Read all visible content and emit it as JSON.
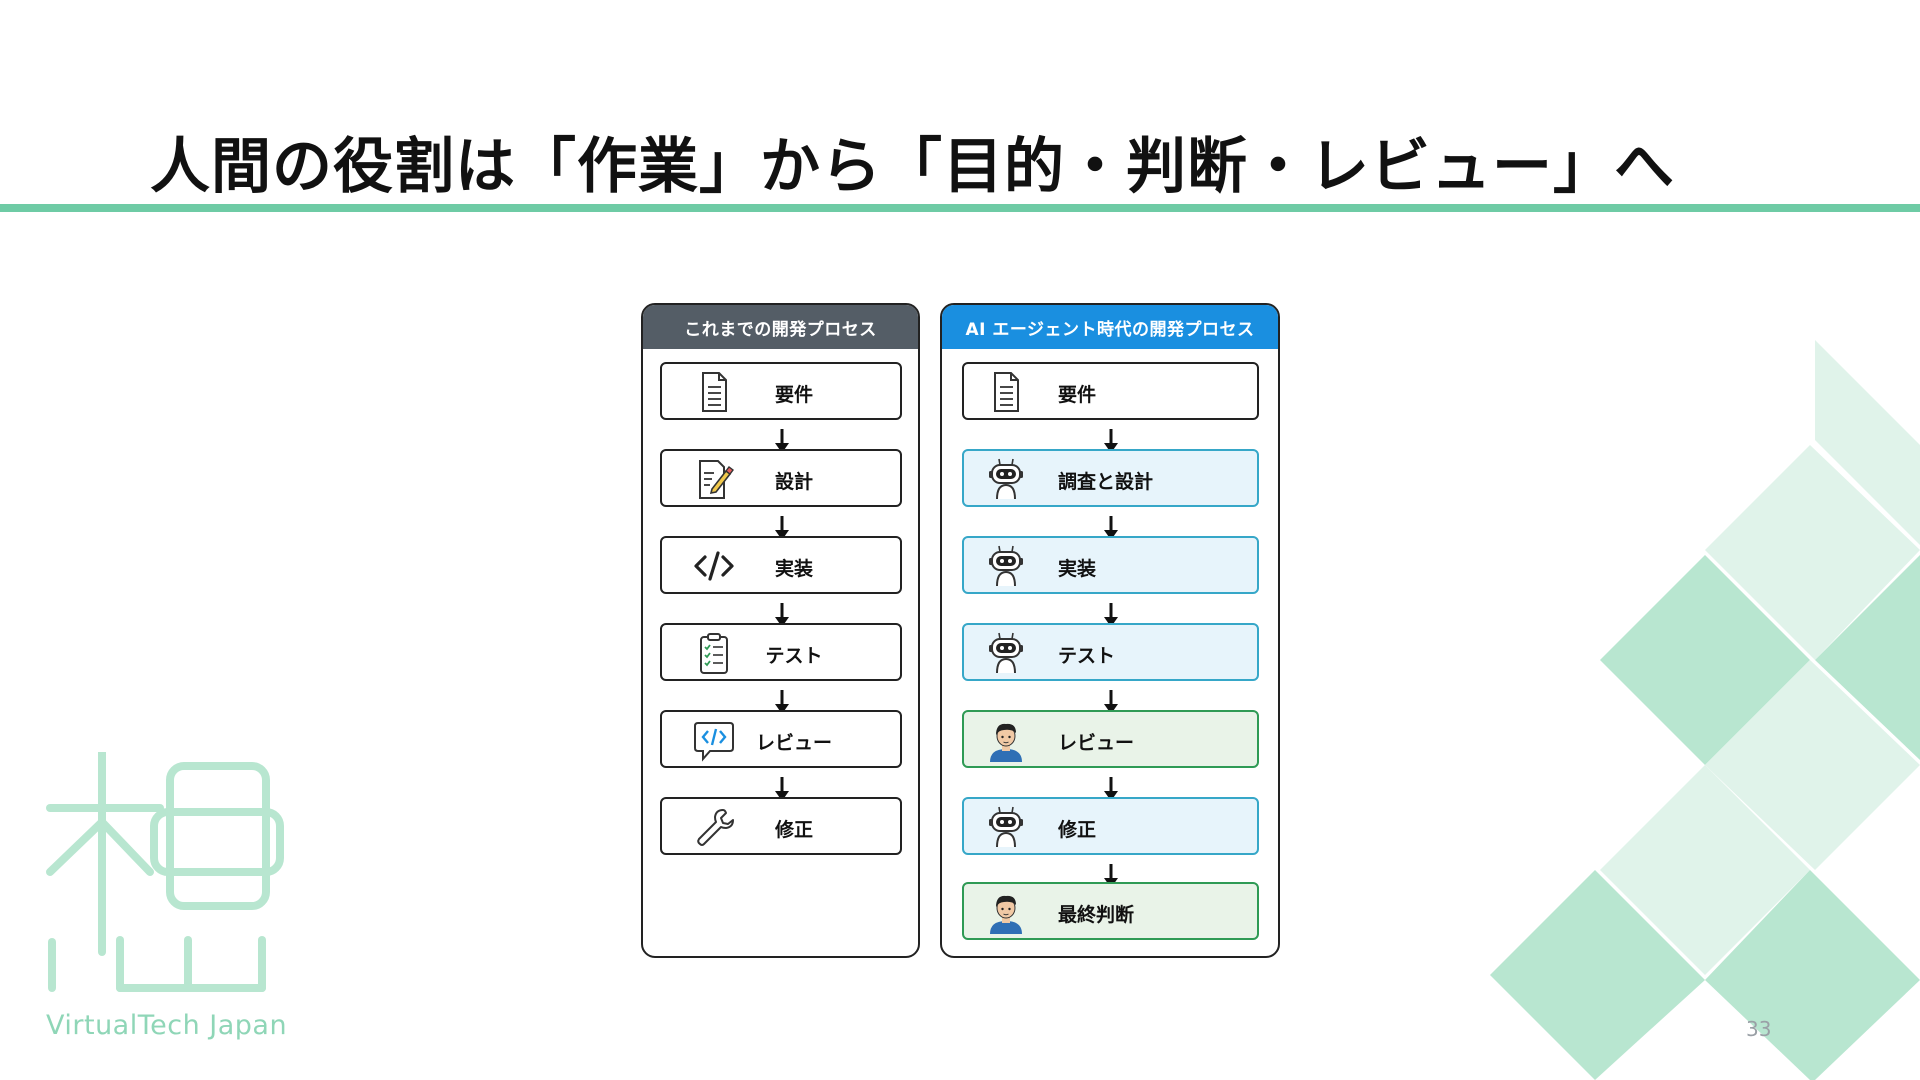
{
  "title": "人間の役割は「作業」から「目的・判断・レビュー」へ",
  "colors": {
    "accent": "#6ecba5",
    "old_header": "#545d66",
    "new_header": "#1a8fe0",
    "ai_fill": "#e7f4fb",
    "ai_border": "#36a7c8",
    "human_fill": "#e9f3e8",
    "human_border": "#2f9a55"
  },
  "old_process": {
    "header": "これまでの開発プロセス",
    "steps": [
      {
        "label": "要件",
        "icon": "document-icon"
      },
      {
        "label": "設計",
        "icon": "design-edit-icon"
      },
      {
        "label": "実装",
        "icon": "code-icon"
      },
      {
        "label": "テスト",
        "icon": "clipboard-checklist-icon"
      },
      {
        "label": "レビュー",
        "icon": "code-review-icon"
      },
      {
        "label": "修正",
        "icon": "wrench-icon"
      }
    ]
  },
  "new_process": {
    "header": "AI エージェント時代の開発プロセス",
    "steps": [
      {
        "label": "要件",
        "icon": "document-icon",
        "actor": "human"
      },
      {
        "label": "調査と設計",
        "icon": "robot-icon",
        "actor": "ai"
      },
      {
        "label": "実装",
        "icon": "robot-icon",
        "actor": "ai"
      },
      {
        "label": "テスト",
        "icon": "robot-icon",
        "actor": "ai"
      },
      {
        "label": "レビュー",
        "icon": "person-icon",
        "actor": "human"
      },
      {
        "label": "修正",
        "icon": "robot-icon",
        "actor": "ai"
      },
      {
        "label": "最終判断",
        "icon": "person-icon",
        "actor": "human"
      }
    ]
  },
  "brand": "VirtualTech Japan",
  "page_number": "33"
}
